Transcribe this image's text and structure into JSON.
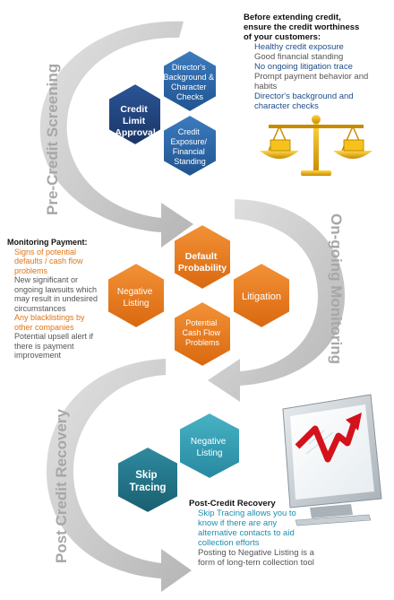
{
  "stages": {
    "pre": "Pre-Credit Screening",
    "ongoing": "On-going Monitoring",
    "post": "Post Credit Recovery"
  },
  "pre_credit": {
    "hex_main": [
      "Credit",
      "Limit",
      "Approval"
    ],
    "hex_director": [
      "Director's",
      "Background &",
      "Character",
      "Checks"
    ],
    "hex_exposure": [
      "Credit",
      "Exposure/",
      "Financial",
      "Standing"
    ],
    "note_title": [
      "Before extending credit,",
      "ensure the credit worthiness",
      "of your customers:"
    ],
    "note_items": [
      {
        "text": "Healthy credit exposure",
        "tone": "blue"
      },
      {
        "text": "Good financial standing",
        "tone": "gray"
      },
      {
        "text": "No ongoing litigation trace",
        "tone": "blue"
      },
      {
        "text": "Prompt payment behavior and habits",
        "tone": "gray"
      },
      {
        "text": "Director's background and character checks",
        "tone": "blue"
      }
    ]
  },
  "monitoring": {
    "hex_default": [
      "Default",
      "Probability"
    ],
    "hex_negative": [
      "Negative",
      "Listing"
    ],
    "hex_litigation": [
      "Litigation"
    ],
    "hex_cashflow": [
      "Potential",
      "Cash Flow",
      "Problems"
    ],
    "note_title": "Monitoring Payment:",
    "note_items": [
      {
        "text": "Signs of potential defaults / cash flow problems",
        "tone": "orange"
      },
      {
        "text": "New significant or ongoing lawsuits which may result in undesired circumstances",
        "tone": "gray"
      },
      {
        "text": "Any blacklistings by other companies",
        "tone": "orange"
      },
      {
        "text": "Potential upsell alert if there is payment improvement",
        "tone": "gray"
      }
    ]
  },
  "recovery": {
    "hex_negative": [
      "Negative",
      "Listing"
    ],
    "hex_skip": [
      "Skip",
      "Tracing"
    ],
    "note_title": "Post-Credit Recovery",
    "note_items": [
      {
        "text": "Skip Tracing allows you to know if there are any alternative contacts to aid collection efforts",
        "tone": "teal"
      },
      {
        "text": "Posting to Negative Listing is a form of long-tern collection tool",
        "tone": "gray"
      }
    ]
  },
  "colors": {
    "navy": "#1c3f77",
    "blue": "#2a64a6",
    "orange": "#e8791a",
    "teal_dark": "#1e6f82",
    "teal": "#2d98ac",
    "arrow_gray": "#c8c8c8"
  }
}
